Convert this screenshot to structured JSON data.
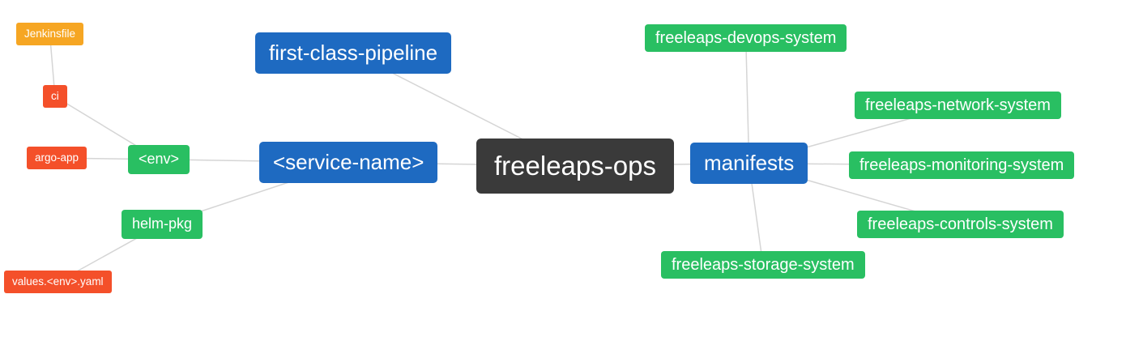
{
  "diagram": {
    "colors": {
      "dark": "#3a3a3a",
      "blue": "#1e6ac1",
      "green": "#29bf62",
      "red": "#f4502a",
      "amber": "#f6a623",
      "edge": "#d5d5d5"
    },
    "nodes": [
      {
        "id": "freeleaps-ops",
        "label": "freeleaps-ops",
        "color": "dark"
      },
      {
        "id": "first-class-pipeline",
        "label": "first-class-pipeline",
        "color": "blue"
      },
      {
        "id": "service-name",
        "label": "<service-name>",
        "color": "blue"
      },
      {
        "id": "manifests",
        "label": "manifests",
        "color": "blue"
      },
      {
        "id": "env",
        "label": "<env>",
        "color": "green"
      },
      {
        "id": "helm-pkg",
        "label": "helm-pkg",
        "color": "green"
      },
      {
        "id": "jenkinsfile",
        "label": "Jenkinsfile",
        "color": "amber"
      },
      {
        "id": "ci",
        "label": "ci",
        "color": "red"
      },
      {
        "id": "argo-app",
        "label": "argo-app",
        "color": "red"
      },
      {
        "id": "values-env-yaml",
        "label": "values.<env>.yaml",
        "color": "red"
      },
      {
        "id": "freeleaps-devops-system",
        "label": "freeleaps-devops-system",
        "color": "green"
      },
      {
        "id": "freeleaps-network-system",
        "label": "freeleaps-network-system",
        "color": "green"
      },
      {
        "id": "freeleaps-monitoring-system",
        "label": "freeleaps-monitoring-system",
        "color": "green"
      },
      {
        "id": "freeleaps-controls-system",
        "label": "freeleaps-controls-system",
        "color": "green"
      },
      {
        "id": "freeleaps-storage-system",
        "label": "freeleaps-storage-system",
        "color": "green"
      }
    ],
    "edges": [
      [
        "first-class-pipeline",
        "freeleaps-ops"
      ],
      [
        "service-name",
        "freeleaps-ops"
      ],
      [
        "env",
        "service-name"
      ],
      [
        "ci",
        "env"
      ],
      [
        "jenkinsfile",
        "ci"
      ],
      [
        "argo-app",
        "env"
      ],
      [
        "helm-pkg",
        "service-name"
      ],
      [
        "values-env-yaml",
        "helm-pkg"
      ],
      [
        "freeleaps-ops",
        "manifests"
      ],
      [
        "manifests",
        "freeleaps-devops-system"
      ],
      [
        "manifests",
        "freeleaps-network-system"
      ],
      [
        "manifests",
        "freeleaps-monitoring-system"
      ],
      [
        "manifests",
        "freeleaps-controls-system"
      ],
      [
        "manifests",
        "freeleaps-storage-system"
      ]
    ]
  }
}
